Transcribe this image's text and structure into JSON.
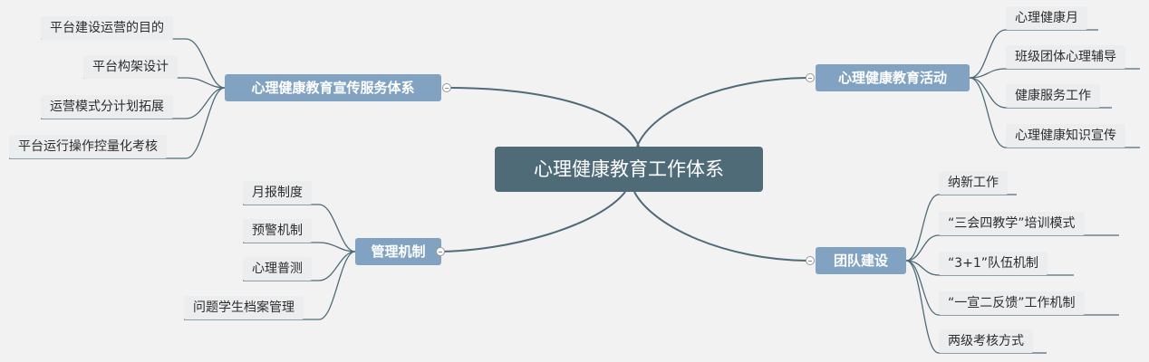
{
  "root": {
    "label": "心理健康教育工作体系"
  },
  "branches": {
    "publicity": {
      "label": "心理健康教育宣传服务体系",
      "leaves": [
        "平台建设运营的目的",
        "平台构架设计",
        "运营模式分计划拓展",
        "平台运行操作控量化考核"
      ]
    },
    "management": {
      "label": "管理机制",
      "leaves": [
        "月报制度",
        "预警机制",
        "心理普测",
        "问题学生档案管理"
      ]
    },
    "activities": {
      "label": "心理健康教育活动",
      "leaves": [
        "心理健康月",
        "班级团体心理辅导",
        "健康服务工作",
        "心理健康知识宣传"
      ]
    },
    "team": {
      "label": "团队建设",
      "leaves": [
        "纳新工作",
        "“三会四教学”培训模式",
        "“3+1”队伍机制",
        "“一宣二反馈”工作机制",
        "两级考核方式"
      ]
    }
  }
}
